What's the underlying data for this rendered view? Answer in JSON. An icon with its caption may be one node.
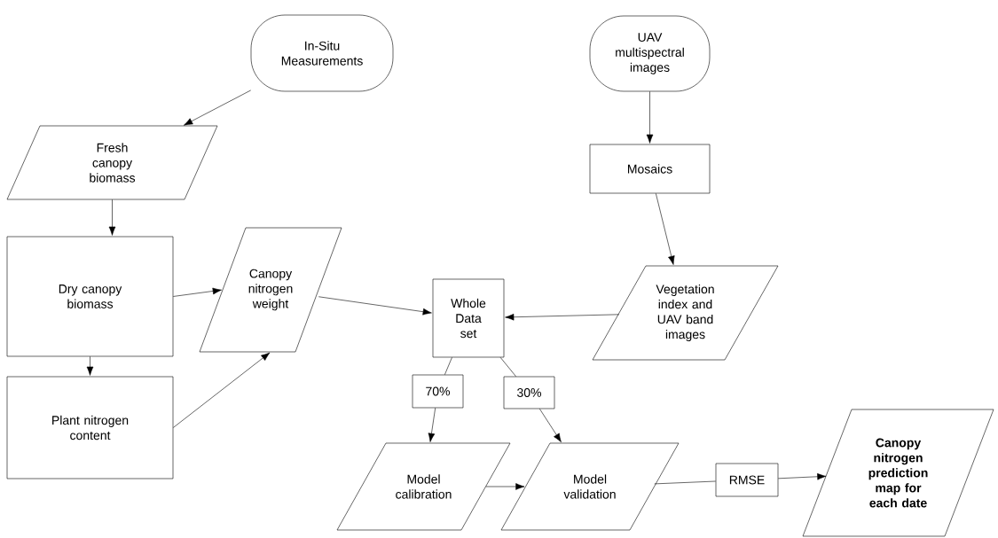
{
  "diagram": {
    "nodes": [
      {
        "text": [
          "In-Situ Measurements"
        ]
      },
      {
        "text": [
          "UAV multispectral images"
        ]
      },
      {
        "text": [
          "Fresh canopy biomass"
        ]
      },
      {
        "text": [
          "Mosaics"
        ]
      },
      {
        "text": [
          "Dry canopy biomass"
        ]
      },
      {
        "text": [
          "Canopy nitrogen weight"
        ]
      },
      {
        "text": [
          "Whole Data set"
        ]
      },
      {
        "text": [
          "Vegetation index and UAV band images"
        ]
      },
      {
        "text": [
          "Plant nitrogen content"
        ]
      },
      {
        "text": [
          "70%"
        ]
      },
      {
        "text": [
          "30%"
        ]
      },
      {
        "text": [
          "Model calibration"
        ]
      },
      {
        "text": [
          "Model validation"
        ]
      },
      {
        "text": [
          "RMSE"
        ]
      },
      {
        "text": [
          "Canopy nitrogen prediction map for each date"
        ]
      }
    ],
    "edges": [
      {
        "from": 0,
        "to": 2,
        "arrow": "to"
      },
      {
        "from": 2,
        "to": 4,
        "arrow": "to"
      },
      {
        "from": 4,
        "to": 5,
        "arrow": "to"
      },
      {
        "from": 4,
        "to": 8,
        "arrow": "to"
      },
      {
        "from": 8,
        "to": 5,
        "arrow": "to"
      },
      {
        "from": 5,
        "to": 6,
        "arrow": "to"
      },
      {
        "from": 1,
        "to": 3,
        "arrow": "to"
      },
      {
        "from": 3,
        "to": 7,
        "arrow": "to"
      },
      {
        "from": 7,
        "to": 6,
        "arrow": "to"
      },
      {
        "from": 6,
        "to": 9,
        "arrow": "none"
      },
      {
        "from": 9,
        "to": 11,
        "arrow": "to"
      },
      {
        "from": 6,
        "to": 10,
        "arrow": "none"
      },
      {
        "from": 10,
        "to": 12,
        "arrow": "to"
      },
      {
        "from": 11,
        "to": 12,
        "arrow": "to"
      },
      {
        "from": 12,
        "to": 13,
        "arrow": "none"
      },
      {
        "from": 13,
        "to": 14,
        "arrow": "to"
      }
    ]
  }
}
